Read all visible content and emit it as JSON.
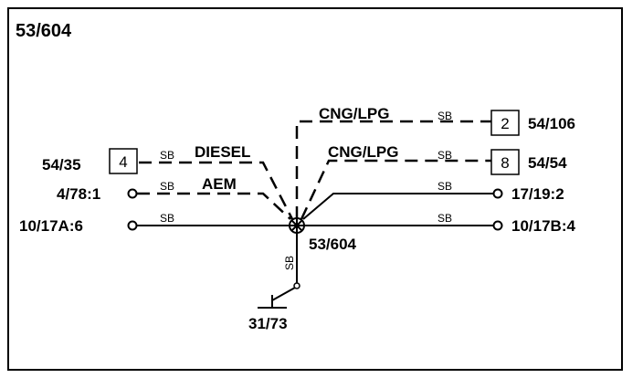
{
  "title": "53/604",
  "ground_node": {
    "label": "53/604"
  },
  "ground_point": {
    "label": "31/73"
  },
  "wire_color": "SB",
  "connectors": [
    {
      "id": "2",
      "label": "54/106"
    },
    {
      "id": "8",
      "label": "54/54"
    },
    {
      "id": "4",
      "label": "54/35"
    }
  ],
  "terminals": [
    {
      "label": "4/78:1"
    },
    {
      "label": "10/17A:6"
    },
    {
      "label": "17/19:2"
    },
    {
      "label": "10/17B:4"
    }
  ],
  "options": {
    "cng_lpg_1": "CNG/LPG",
    "cng_lpg_2": "CNG/LPG",
    "diesel": "DIESEL",
    "aem": "AEM"
  }
}
